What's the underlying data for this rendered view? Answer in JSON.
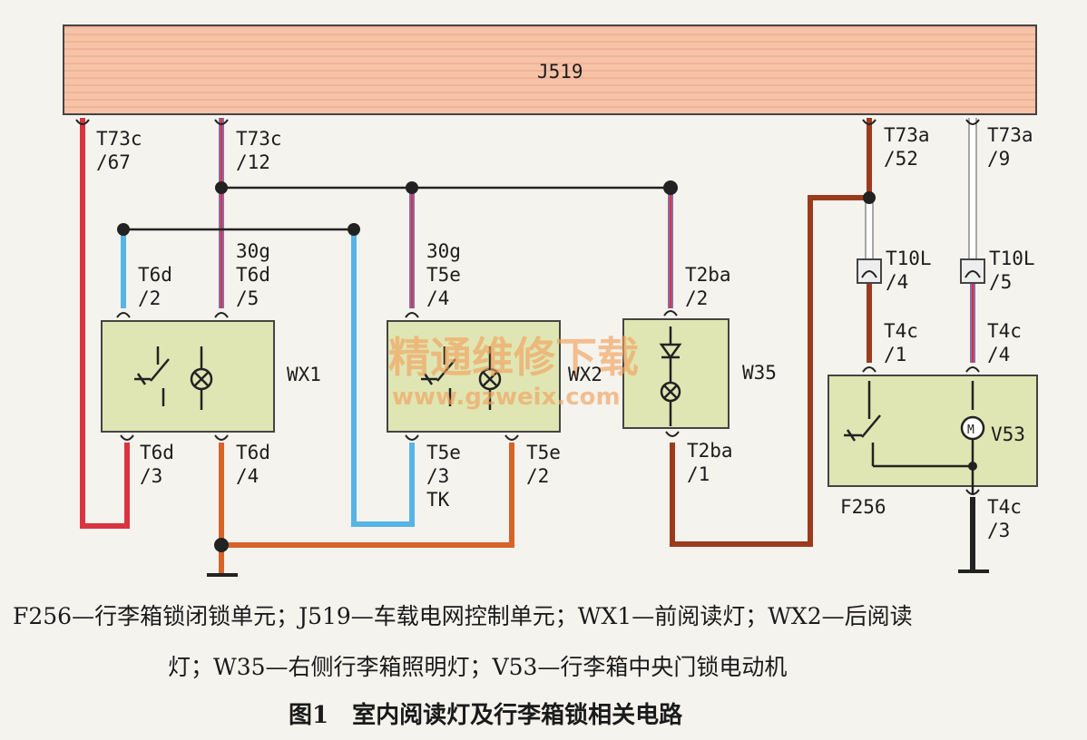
{
  "control_unit": {
    "label": "J519"
  },
  "watermark": {
    "line1": "精通维修下载",
    "line2": "www.gzweix.com"
  },
  "pins": {
    "t73c_67": {
      "a": "T73c",
      "b": "/67"
    },
    "t73c_12": {
      "a": "T73c",
      "b": "/12"
    },
    "t73a_52": {
      "a": "T73a",
      "b": "/52"
    },
    "t73a_9": {
      "a": "T73a",
      "b": "/9"
    },
    "t6d_2": {
      "a": "T6d",
      "b": "/2"
    },
    "t6d_5": {
      "pre": "30g",
      "a": "T6d",
      "b": "/5"
    },
    "t5e_4": {
      "pre": "30g",
      "a": "T5e",
      "b": "/4"
    },
    "t2ba_2": {
      "a": "T2ba",
      "b": "/2"
    },
    "t10l_4": {
      "a": "T10L",
      "b": "/4"
    },
    "t10l_5": {
      "a": "T10L",
      "b": "/5"
    },
    "t4c_1": {
      "a": "T4c",
      "b": "/1"
    },
    "t4c_4": {
      "a": "T4c",
      "b": "/4"
    },
    "t6d_3": {
      "a": "T6d",
      "b": "/3"
    },
    "t6d_4": {
      "a": "T6d",
      "b": "/4"
    },
    "t5e_3": {
      "a": "T5e",
      "b": "/3",
      "post": "TK"
    },
    "t5e_2": {
      "a": "T5e",
      "b": "/2"
    },
    "t2ba_1": {
      "a": "T2ba",
      "b": "/1"
    },
    "t4c_3": {
      "a": "T4c",
      "b": "/3"
    }
  },
  "components": {
    "wx1": "WX1",
    "wx2": "WX2",
    "w35": "W35",
    "v53": "V53",
    "f256": "F256",
    "motor_symbol": "M"
  },
  "legend": {
    "line1": "F256—行李箱锁闭锁单元；J519—车载电网控制单元；WX1—前阅读灯；WX2—后阅读",
    "line2": "灯；W35—右侧行李箱照明灯；V53—行李箱中央门锁电动机"
  },
  "figure_caption": "图1　室内阅读灯及行李箱锁相关电路",
  "colors": {
    "unit_fill": "#f6c3a8",
    "component_fill": "#dfe6b3",
    "wire_red": "#d9343f",
    "wire_brown": "#9c3a1e",
    "wire_orange": "#d6642a",
    "wire_blue": "#56b4e6",
    "wire_violet": "#8b6ba8"
  }
}
